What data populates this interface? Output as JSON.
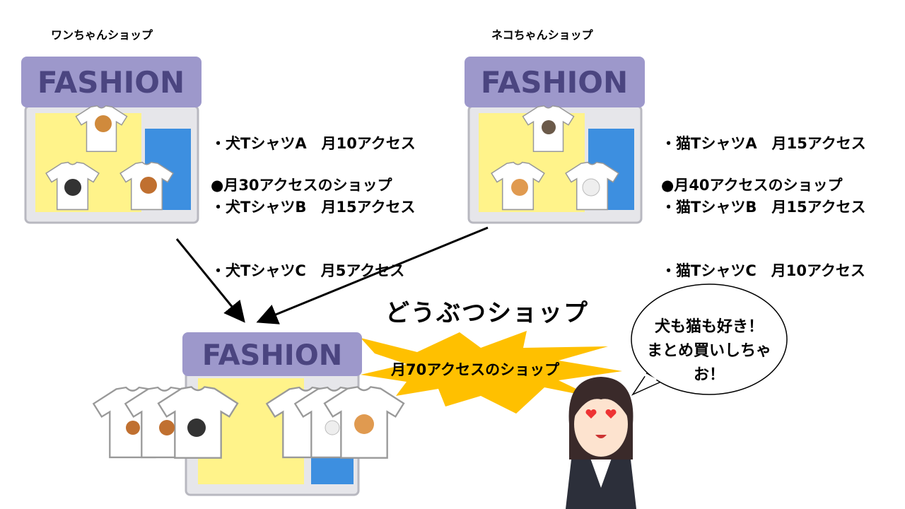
{
  "dog_shop": {
    "name": "ワンちゃんショップ",
    "sign": "FASHION",
    "items": [
      {
        "label": "・犬TシャツA　月10アクセス"
      },
      {
        "label": "・犬TシャツB　月15アクセス"
      },
      {
        "label": "・犬TシャツC　月5アクセス"
      }
    ],
    "total": "●月30アクセスのショップ"
  },
  "cat_shop": {
    "name": "ネコちゃんショップ",
    "sign": "FASHION",
    "items": [
      {
        "label": "・猫TシャツA　月15アクセス"
      },
      {
        "label": "・猫TシャツB　月15アクセス"
      },
      {
        "label": "・猫TシャツC　月10アクセス"
      }
    ],
    "total": "●月40アクセスのショップ"
  },
  "animal_shop": {
    "title": "どうぶつショップ",
    "sign": "FASHION",
    "burst": "月70アクセスのショップ"
  },
  "customer": {
    "speech_line1": "犬も猫も好き！",
    "speech_line2": "まとめ買いしちゃお！"
  },
  "colors": {
    "awning": "#9d98cb",
    "sign_text": "#4b4580",
    "burst": "#ffc000",
    "store_body": "#e6e6ea"
  }
}
